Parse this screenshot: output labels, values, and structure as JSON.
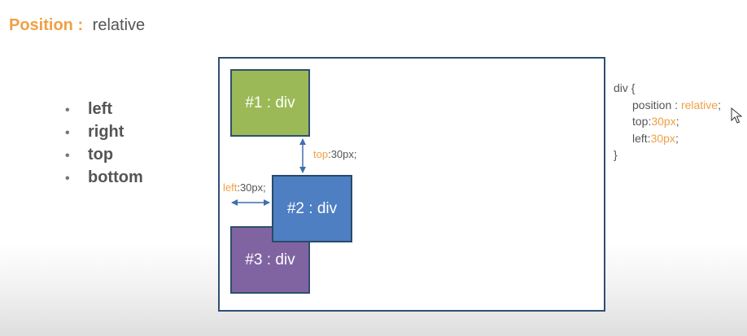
{
  "heading": {
    "label": "Position :",
    "value": "relative"
  },
  "properties": [
    "left",
    "right",
    "top",
    "bottom"
  ],
  "boxes": {
    "box1": "#1 : div",
    "box2": "#2 : div",
    "box3": "#3 : div"
  },
  "annotations": {
    "top_prop": "top",
    "top_value": ":30px;",
    "left_prop": "left",
    "left_value": ":30px;"
  },
  "code": {
    "open": "div {",
    "position_prop": "position : ",
    "position_value": "relative",
    "position_end": ";",
    "top_prop": "top:",
    "top_value": "30px",
    "top_end": ";",
    "left_prop": "left:",
    "left_value": "30px",
    "left_end": ";",
    "close": "}"
  },
  "colors": {
    "accent": "#f0a044",
    "text": "#555555",
    "frame_border": "#2f4f6f",
    "box1": "#9bba57",
    "box2": "#4e7fc2",
    "box3": "#8064a2"
  }
}
